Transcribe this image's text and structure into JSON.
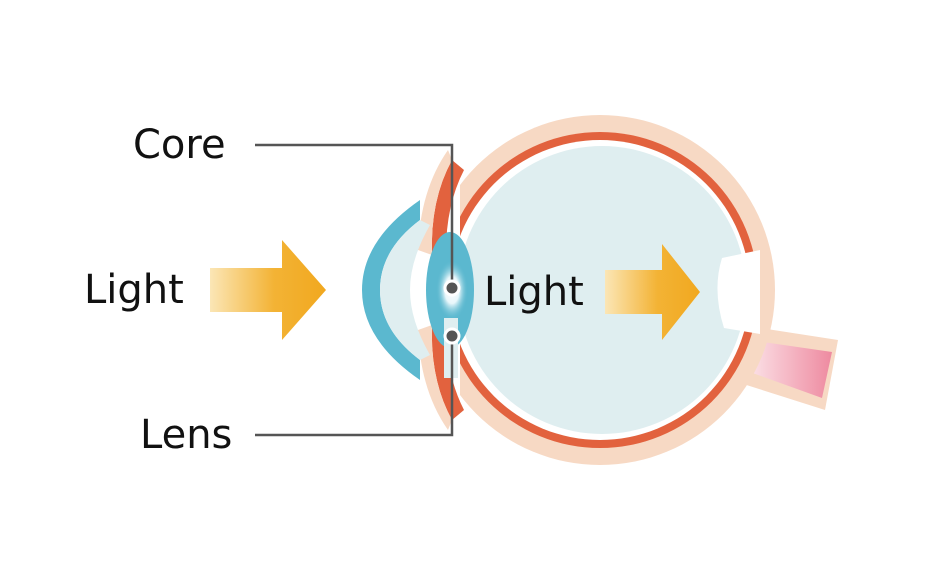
{
  "labels": {
    "core": "Core",
    "light_outside": "Light",
    "light_inside": "Light",
    "lens": "Lens"
  },
  "colors": {
    "background": "#ffffff",
    "sclera_outer": "#f7d9c4",
    "choroid": "#e2623e",
    "vitreous": "#dfeef0",
    "cornea": "#5bb8cf",
    "lens": "#5bb8cf",
    "arrow": "#f1a81f",
    "arrow_fade": "#f9dfa7",
    "leader_line": "#555555",
    "optic_nerve_core": "#ee8aa0"
  }
}
